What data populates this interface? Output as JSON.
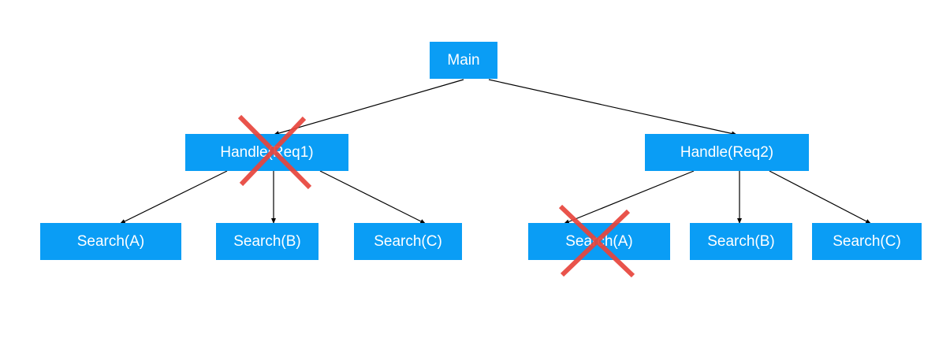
{
  "colors": {
    "node_fill": "#0a9df5",
    "node_text": "#ffffff",
    "edge": "#000000",
    "cross": "#e8453c"
  },
  "nodes": {
    "main": "Main",
    "handle_req1": "Handle(Req1)",
    "handle_req2": "Handle(Req2)",
    "req1_search_a": "Search(A)",
    "req1_search_b": "Search(B)",
    "req1_search_c": "Search(C)",
    "req2_search_a": "Search(A)",
    "req2_search_b": "Search(B)",
    "req2_search_c": "Search(C)"
  },
  "edges": [
    {
      "from": "main",
      "to": "handle_req1"
    },
    {
      "from": "main",
      "to": "handle_req2"
    },
    {
      "from": "handle_req1",
      "to": "req1_search_a"
    },
    {
      "from": "handle_req1",
      "to": "req1_search_b"
    },
    {
      "from": "handle_req1",
      "to": "req1_search_c"
    },
    {
      "from": "handle_req2",
      "to": "req2_search_a"
    },
    {
      "from": "handle_req2",
      "to": "req2_search_b"
    },
    {
      "from": "handle_req2",
      "to": "req2_search_c"
    }
  ],
  "cancelled": [
    "handle_req1",
    "req2_search_a"
  ]
}
